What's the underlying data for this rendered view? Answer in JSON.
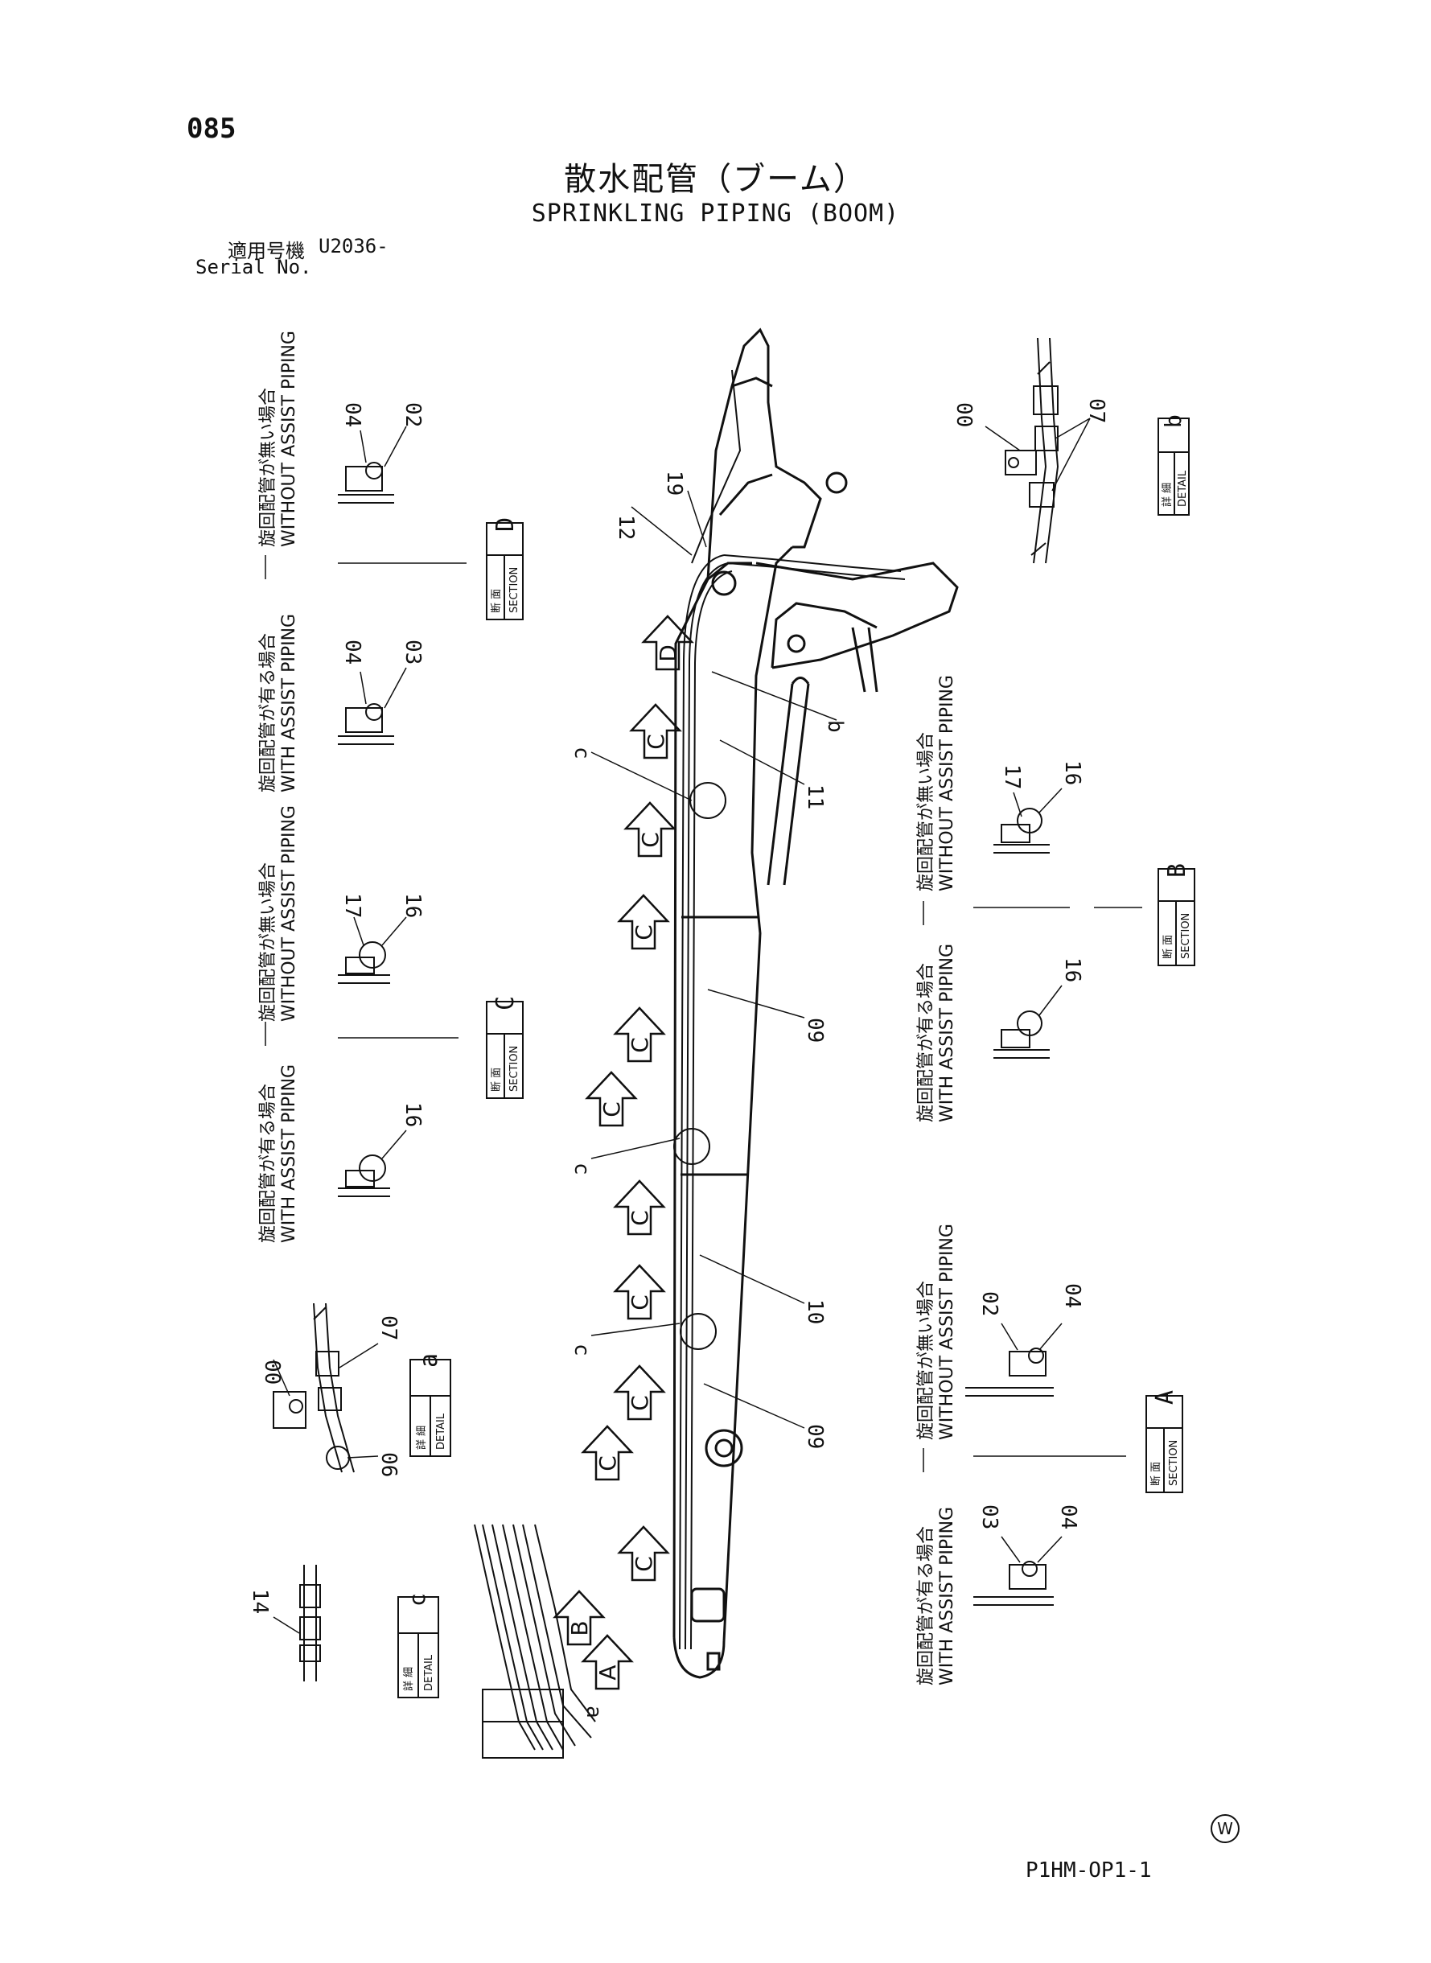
{
  "page_number": "085",
  "title_ja": "散水配管（ブーム）",
  "title_en": "SPRINKLING PIPING (BOOM)",
  "serial": {
    "label_ja": "適用号機",
    "label_en": "Serial No.",
    "value": "U2036-"
  },
  "footer_code": "P1HM-OP1-1",
  "mark": "W",
  "conditions": {
    "without_ja": "旋回配管が無い場合",
    "without_en": "WITHOUT ASSIST PIPING",
    "with_ja": "旋回配管が有る場合",
    "with_en": "WITH ASSIST PIPING"
  },
  "section_box": {
    "ja": "断 面",
    "en": "SECTION"
  },
  "detail_box": {
    "ja": "詳 細",
    "en": "DETAIL"
  },
  "section_letters": {
    "A": "A",
    "B": "B",
    "C": "C",
    "D": "D"
  },
  "detail_letters": {
    "a": "a",
    "b": "b",
    "c": "c"
  },
  "part_numbers": {
    "p00": "00",
    "p02": "02",
    "p03": "03",
    "p04": "04",
    "p06": "06",
    "p07": "07",
    "p09": "09",
    "p10": "10",
    "p11": "11",
    "p12": "12",
    "p14": "14",
    "p16": "16",
    "p17": "17",
    "p19": "19"
  }
}
